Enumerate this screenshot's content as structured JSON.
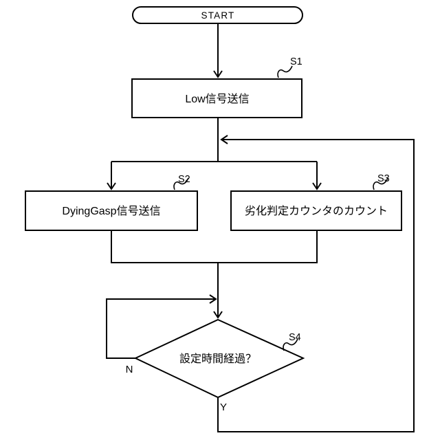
{
  "diagram": {
    "type": "flowchart",
    "colors": {
      "background": "#ffffff",
      "stroke": "#000000"
    },
    "nodes": {
      "start": {
        "type": "terminator",
        "label": "START"
      },
      "s1": {
        "type": "process",
        "step_id": "S1",
        "label": "Low信号送信"
      },
      "s2": {
        "type": "process",
        "step_id": "S2",
        "label": "DyingGasp信号送信"
      },
      "s3": {
        "type": "process",
        "step_id": "S3",
        "label": "劣化判定カウンタのカウント"
      },
      "s4": {
        "type": "decision",
        "step_id": "S4",
        "label": "設定時間経過？",
        "no_label": "N",
        "yes_label": "Y"
      }
    },
    "flow": [
      "START → S1",
      "S1 → (S2, S3)",
      "(S2, S3) → S4",
      "S4 N → S4 (retry loop)",
      "S4 Y → back to branch junction above S2/S3"
    ]
  }
}
